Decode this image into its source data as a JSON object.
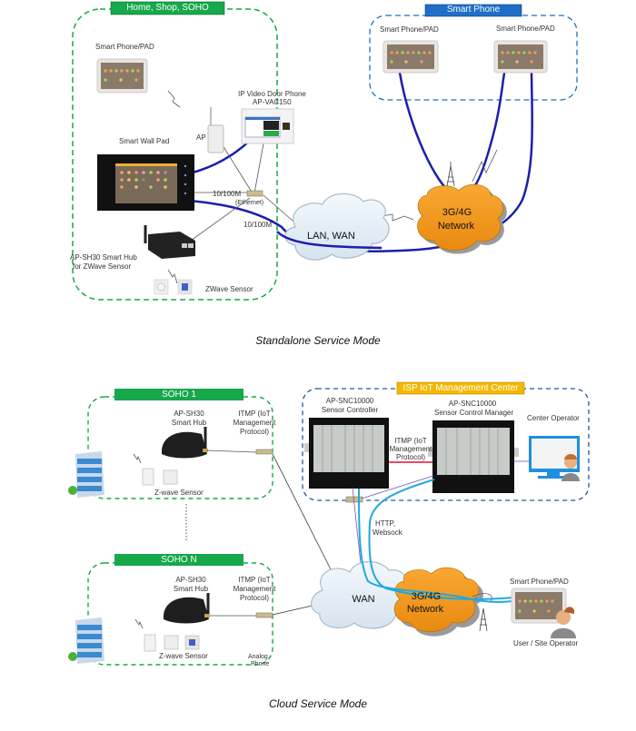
{
  "standalone": {
    "caption": "Standalone Service Mode",
    "home_group": {
      "title": "Home, Shop, SOHO",
      "color": "#16a84a"
    },
    "smartphone_group": {
      "title": "Smart Phone",
      "color": "#1e6fc8"
    },
    "labels": {
      "smart_phone_pad_home": "Smart  Phone/PAD",
      "ip_video_doorphone_1": "IP Video Door Phone",
      "ip_video_doorphone_2": "AP-VAC150",
      "ap": "AP",
      "smart_wall_pad": "Smart Wall Pad",
      "link_speed_1": "10/100M",
      "link_speed_2": "10/100M",
      "switch": "(Ethernet)",
      "smart_hub_1": "AP-SH30  Smart Hub",
      "smart_hub_2": "for  ZWave  Sensor",
      "zwave_sensor": "ZWave Sensor",
      "lan_wan": "LAN,  WAN",
      "network_3g4g_1": "3G/4G",
      "network_3g4g_2": "Network",
      "smart_phone_pad_left": "Smart  Phone/PAD",
      "smart_phone_pad_right": "Smart  Phone/PAD"
    }
  },
  "cloud": {
    "caption": "Cloud Service Mode",
    "soho1": {
      "title": "SOHO 1",
      "color": "#16a84a"
    },
    "sohoN": {
      "title": "SOHO N",
      "color": "#16a84a"
    },
    "isp_group": {
      "title": "ISP IoT Management Center",
      "color": "#f5b800"
    },
    "labels": {
      "hub1_a": "AP-SH30",
      "hub1_b": "Smart Hub",
      "itmp1_a": "ITMP (IoT",
      "itmp1_b": "Management",
      "itmp1_c": "Protocol)",
      "zwave1": "Z-wave Sensor",
      "hubN_a": "AP-SH30",
      "hubN_b": "Smart Hub",
      "itmpN_a": "ITMP (IoT",
      "itmpN_b": "Management",
      "itmpN_c": "Protocol)",
      "zwaveN": "Z-wave Sensor",
      "analog_a": "Analog",
      "analog_b": "Phone",
      "controller_a": "AP-SNC10000",
      "controller_b": "Sensor Controller",
      "manager_a": "AP-SNC10000",
      "manager_b": "Sensor Control Manager",
      "itmp_mid_a": "ITMP (IoT",
      "itmp_mid_b": "Management",
      "itmp_mid_c": "Protocol)",
      "center_operator": "Center Operator",
      "http_a": "HTTP,",
      "http_b": "Websock",
      "wan": "WAN",
      "network_3g4g_1": "3G/4G",
      "network_3g4g_2": "Network",
      "smart_phone_pad": "Smart  Phone/PAD",
      "user_operator": "User / Site Operator"
    }
  }
}
